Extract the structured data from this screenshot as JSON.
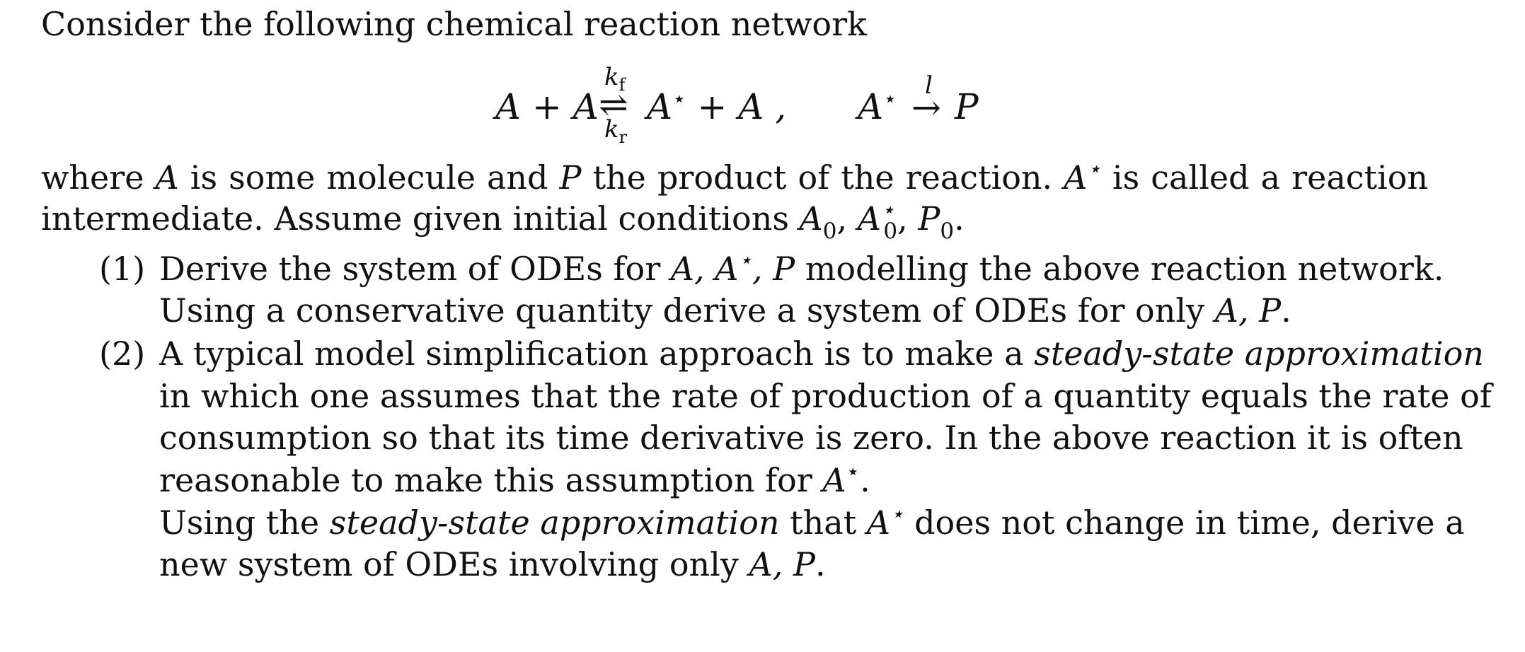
{
  "intro": "Consider the following chemical reaction network",
  "equation": {
    "left_reactants": "A + A",
    "rate_forward": "k",
    "rate_forward_sub": "f",
    "rate_reverse": "k",
    "rate_reverse_sub": "r",
    "reversible_arrow": "⇌",
    "intermediate_products": "A",
    "intermediate_star": "⋆",
    "intermediate_plus": "+ A ,",
    "second_reactant": "A",
    "second_star": "⋆",
    "rate_second": "l",
    "arrow": "→",
    "product": "P"
  },
  "paragraph": {
    "line1": [
      "where",
      "A",
      "is some molecule and",
      "P",
      "the product of the reaction.",
      "A",
      "⋆",
      "is called a reaction"
    ],
    "line2_prefix": "intermediate. Assume given initial conditions ",
    "line2_math": [
      "A",
      "0",
      ", ",
      "A",
      "⋆",
      "0",
      ", ",
      "P",
      "0",
      "."
    ]
  },
  "items": [
    {
      "number": "(1)",
      "lines": [
        {
          "parts": [
            "Derive the system of ODEs for",
            "A, A",
            "⋆",
            ", P",
            "modelling the above reaction network."
          ]
        },
        {
          "parts": [
            "Using a conservative quantity derive a system of ODEs for only ",
            "A, P",
            "."
          ]
        }
      ]
    },
    {
      "number": "(2)",
      "lines": [
        {
          "parts": [
            "A typical model simplification approach is to make a",
            "steady-state approximation"
          ]
        },
        {
          "parts": [
            "in which one assumes that the rate of production of a quantity equals the rate of"
          ]
        },
        {
          "parts": [
            "consumption so that its time derivative is zero. In the above reaction it is often"
          ]
        },
        {
          "parts": [
            "reasonable to make this assumption for ",
            "A",
            "⋆",
            "."
          ]
        },
        {
          "parts": [
            "Using the",
            "steady-state approximation",
            "that",
            "A",
            "⋆",
            "does not change in time, derive a"
          ]
        },
        {
          "parts": [
            "new system of ODEs involving only ",
            "A, P",
            "."
          ]
        }
      ]
    }
  ]
}
